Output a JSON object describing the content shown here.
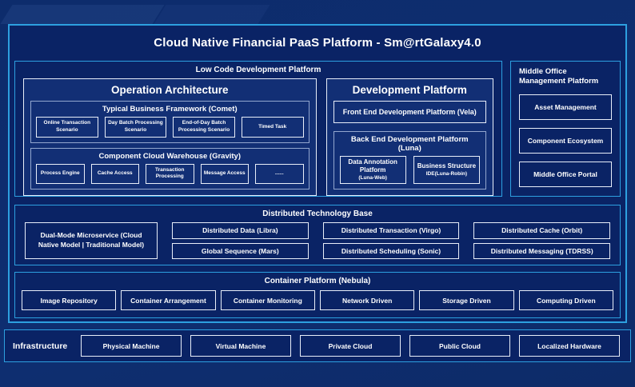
{
  "title": "Cloud Native Financial PaaS Platform - Sm@rtGalaxy4.0",
  "low_code": {
    "label": "Low Code Development Platform",
    "operation_architecture": {
      "title": "Operation Architecture",
      "comet": {
        "title": "Typical Business Framework (Comet)",
        "items": [
          "Online Transaction Scenario",
          "Day Batch Processing Scenario",
          "End-of-Day Batch Processing Scenario",
          "Timed Task"
        ]
      },
      "gravity": {
        "title": "Component Cloud Warehouse (Gravity)",
        "items": [
          "Process Engine",
          "Cache Access",
          "Transaction Processing",
          "Message Access",
          "......"
        ]
      }
    },
    "development_platform": {
      "title": "Development Platform",
      "front_end_label": "Front End Development Platform (Vela)",
      "back_end": {
        "title": "Back End Development Platform (Luna)",
        "items": [
          {
            "name": "Data Annotation Platform",
            "sub": "(Luna-Web)"
          },
          {
            "name": "Business Structure",
            "sub": "IDE(Luna-Robin)"
          }
        ]
      }
    }
  },
  "middle_office": {
    "label": "Middle Office Management Platform",
    "items": [
      "Asset Management",
      "Component Ecosystem",
      "Middle Office Portal"
    ]
  },
  "distributed_base": {
    "label": "Distributed Technology Base",
    "dual_mode_label": "Dual-Mode Microservice (Cloud Native Model | Traditional Model)",
    "items": [
      "Distributed Data (Libra)",
      "Global Sequence (Mars)",
      "Distributed Transaction (Virgo)",
      "Distributed Scheduling (Sonic)",
      "Distributed Cache (Orbit)",
      "Distributed Messaging (TDRSS)"
    ]
  },
  "container_platform": {
    "label": "Container Platform (Nebula)",
    "items": [
      "Image Repository",
      "Container Arrangement",
      "Container Monitoring",
      "Network Driven",
      "Storage Driven",
      "Computing Driven"
    ]
  },
  "infrastructure": {
    "label": "Infrastructure",
    "items": [
      "Physical Machine",
      "Virtual Machine",
      "Private Cloud",
      "Public Cloud",
      "Localized Hardware"
    ]
  },
  "colors": {
    "background": "#0e2d6d",
    "panel_fill": "#0a2365",
    "inner_panel_fill": "#122f75",
    "accent_border": "#2da0e0",
    "light_border": "#e8eef9",
    "muted_border": "#93a7cf",
    "text": "#ffffff"
  }
}
